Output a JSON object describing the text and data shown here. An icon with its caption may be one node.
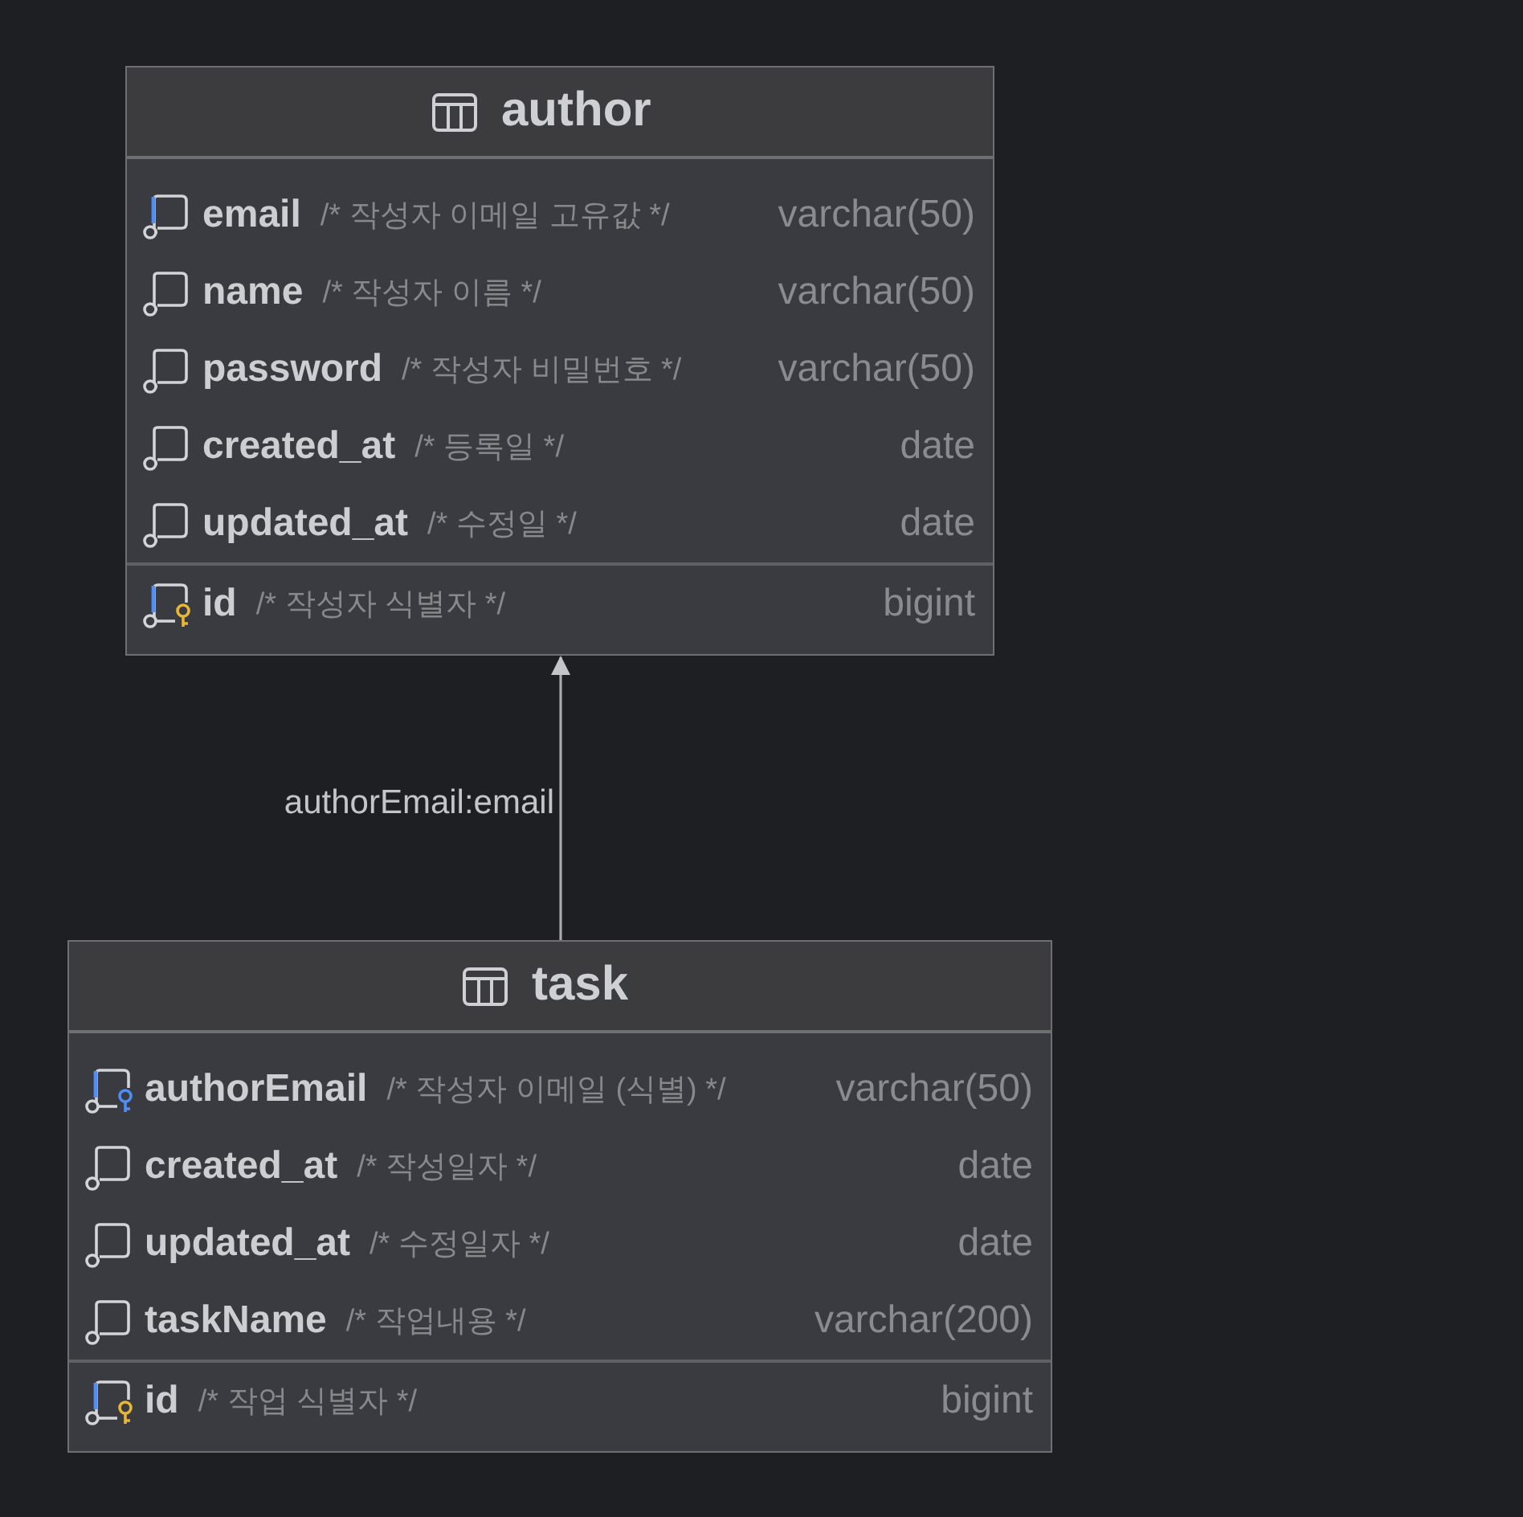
{
  "diagram": {
    "nodes": [
      {
        "text": [
          "author"
        ]
      },
      {
        "text": [
          "email",
          "/* 작성자 이메일 고유값 */",
          "varchar(50)"
        ],
        "in": 0
      },
      {
        "text": [
          "name",
          "/* 작성자 이름 */",
          "varchar(50)"
        ],
        "in": 0
      },
      {
        "text": [
          "password",
          "/* 작성자 비밀번호 */",
          "varchar(50)"
        ],
        "in": 0
      },
      {
        "text": [
          "created_at",
          "/* 등록일 */",
          "date"
        ],
        "in": 0
      },
      {
        "text": [
          "updated_at",
          "/* 수정일 */",
          "date"
        ],
        "in": 0
      },
      {
        "text": [
          "id",
          "/* 작성자 식별자 */",
          "bigint"
        ],
        "in": 0
      },
      {
        "text": [
          "task"
        ]
      },
      {
        "text": [
          "authorEmail",
          "/* 작성자 이메일 (식별) */",
          "varchar(50)"
        ],
        "in": 7
      },
      {
        "text": [
          "created_at",
          "/* 작성일자 */",
          "date"
        ],
        "in": 7
      },
      {
        "text": [
          "updated_at",
          "/* 수정일자 */",
          "date"
        ],
        "in": 7
      },
      {
        "text": [
          "taskName",
          "/* 작업내용 */",
          "varchar(200)"
        ],
        "in": 7
      },
      {
        "text": [
          "id",
          "/* 작업 식별자 */",
          "bigint"
        ],
        "in": 7
      }
    ],
    "edges": [
      {
        "from": 7,
        "to": 0,
        "arrow": "to",
        "label": "authorEmail:email"
      }
    ]
  }
}
